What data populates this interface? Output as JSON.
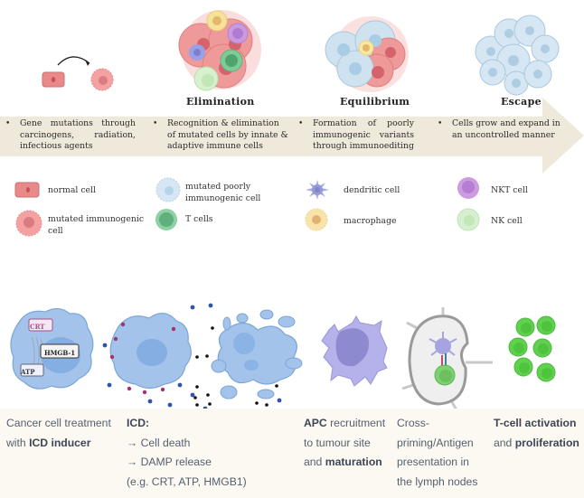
{
  "colors": {
    "arrow": "#eee9db",
    "bottom_panel": "#fcf9f3",
    "normal_cell": "#e57f7f",
    "mutated_immunogenic": "#f0a0a0",
    "poorly_immunogenic": "#cfe2ef",
    "t_cell": "#6fbf8c",
    "dendritic": "#9ea2e0",
    "macrophage": "#f5dc9a",
    "nkt": "#c58ed8",
    "nk": "#cdebc8",
    "text_bottom": "#55606e"
  },
  "stages": [
    {
      "title": "",
      "bullet": "Gene mutations through carcinogens, radiation, infectious agents"
    },
    {
      "title": "Elimination",
      "bullet": "Recognition & elimination of mutated cells by innate & adaptive immune cells"
    },
    {
      "title": "Equilibrium",
      "bullet": "Formation of poorly immunogenic variants through immunoediting"
    },
    {
      "title": "Escape",
      "bullet": "Cells grow and expand in an uncontrolled manner"
    }
  ],
  "bullet_symbol": "•",
  "legend": [
    {
      "icon": "normal-cell-icon",
      "label": "normal cell"
    },
    {
      "icon": "mutated-immunogenic-cell-icon",
      "label": "mutated immunogenic cell"
    },
    {
      "icon": "mutated-poorly-immunogenic-cell-icon",
      "label": "mutated poorly immunogenic cell"
    },
    {
      "icon": "t-cell-icon",
      "label": "T cells"
    },
    {
      "icon": "dendritic-cell-icon",
      "label": "dendritic cell"
    },
    {
      "icon": "macrophage-icon",
      "label": "macrophage"
    },
    {
      "icon": "nkt-cell-icon",
      "label": "NKT cell"
    },
    {
      "icon": "nk-cell-icon",
      "label": "NK cell"
    }
  ],
  "cancer_cell_labels": {
    "crt": "CRT",
    "hmgb": "HMGB-1",
    "atp": "ATP"
  },
  "bottom_steps": [
    {
      "line1_a": "Cancer cell treatment",
      "line2_a": "with ",
      "line2_b": "ICD inducer"
    },
    {
      "title": "ICD:",
      "line1": "→ Cell death",
      "line2": "→ DAMP release",
      "line3": "(e.g. CRT, ATP, HMGB1)"
    },
    {
      "line1_b": "APC",
      "line1_a": " recruitment",
      "line2": "to tumour site",
      "line3_a": "and ",
      "line3_b": "maturation"
    },
    {
      "line1": "Cross-",
      "line2": "priming/Antigen",
      "line3": "presentation in",
      "line4": "the lymph nodes"
    },
    {
      "line1_b": "T-cell activation",
      "line2_a": "and ",
      "line2_b": "proliferation"
    }
  ]
}
